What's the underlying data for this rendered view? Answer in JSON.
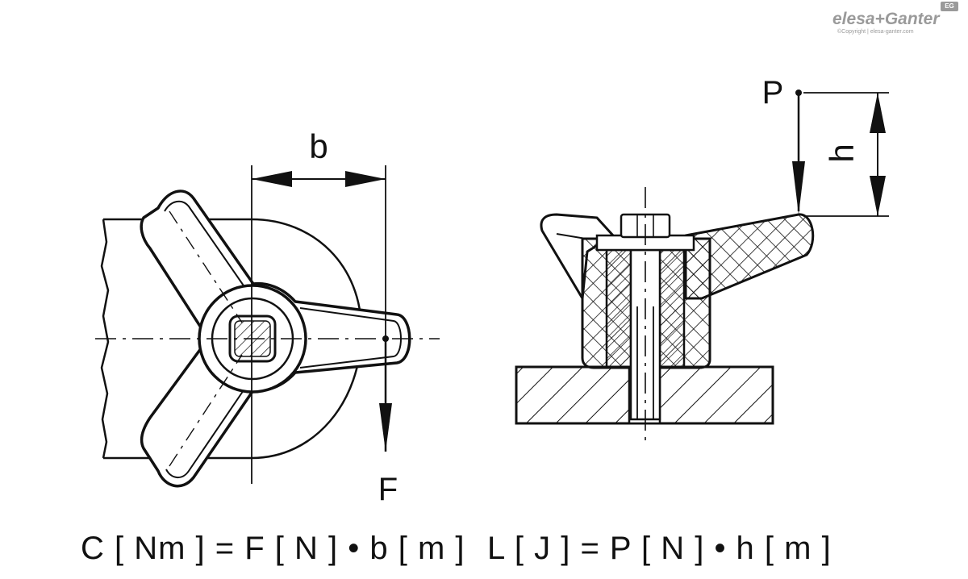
{
  "brand": {
    "name": "elesa+Ganter",
    "copyright": "©Copyright | elesa-ganter.com",
    "badge": "EG"
  },
  "left_figure": {
    "dimension_label": "b",
    "force_label": "F",
    "formula": "C [ Nm ] = F [ N ] • b [ m ]"
  },
  "right_figure": {
    "dimension_label": "h",
    "force_label": "P",
    "formula": "L [ J ] = P [ N ] • h [ m ]"
  }
}
